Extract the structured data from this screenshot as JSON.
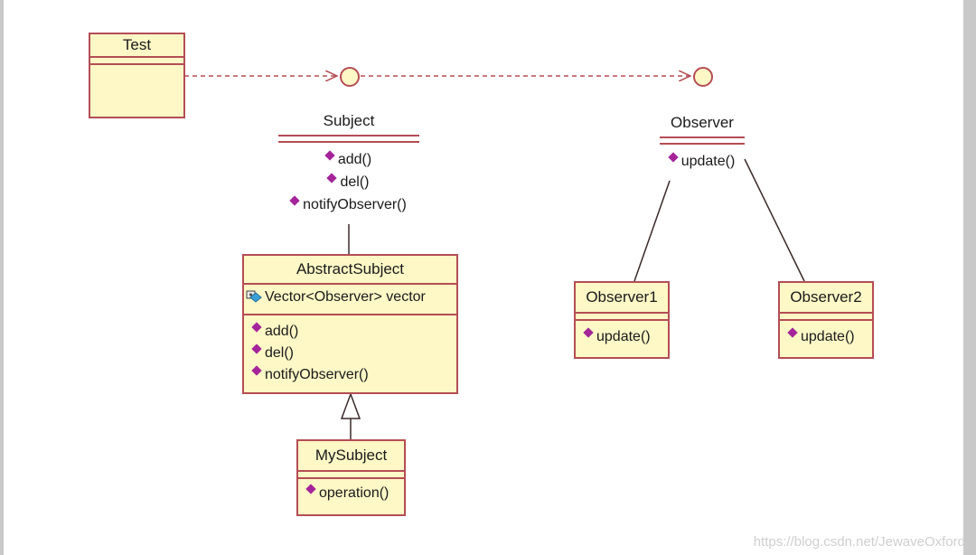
{
  "diagram": {
    "test": {
      "name": "Test"
    },
    "subject": {
      "name": "Subject",
      "operations": [
        "add()",
        "del()",
        "notifyObserver()"
      ]
    },
    "observer": {
      "name": "Observer",
      "operations": [
        "update()"
      ]
    },
    "abstract_subject": {
      "name": "AbstractSubject",
      "attributes": [
        "Vector<Observer> vector"
      ],
      "operations": [
        "add()",
        "del()",
        "notifyObserver()"
      ]
    },
    "my_subject": {
      "name": "MySubject",
      "operations": [
        "operation()"
      ]
    },
    "observer1": {
      "name": "Observer1",
      "operations": [
        "update()"
      ]
    },
    "observer2": {
      "name": "Observer2",
      "operations": [
        "update()"
      ]
    }
  },
  "watermark": "https://blog.csdn.net/JewaveOxford",
  "colors": {
    "border": "#b44d55",
    "fill": "#fdf8c6",
    "operation_icon": "#a4249a"
  }
}
